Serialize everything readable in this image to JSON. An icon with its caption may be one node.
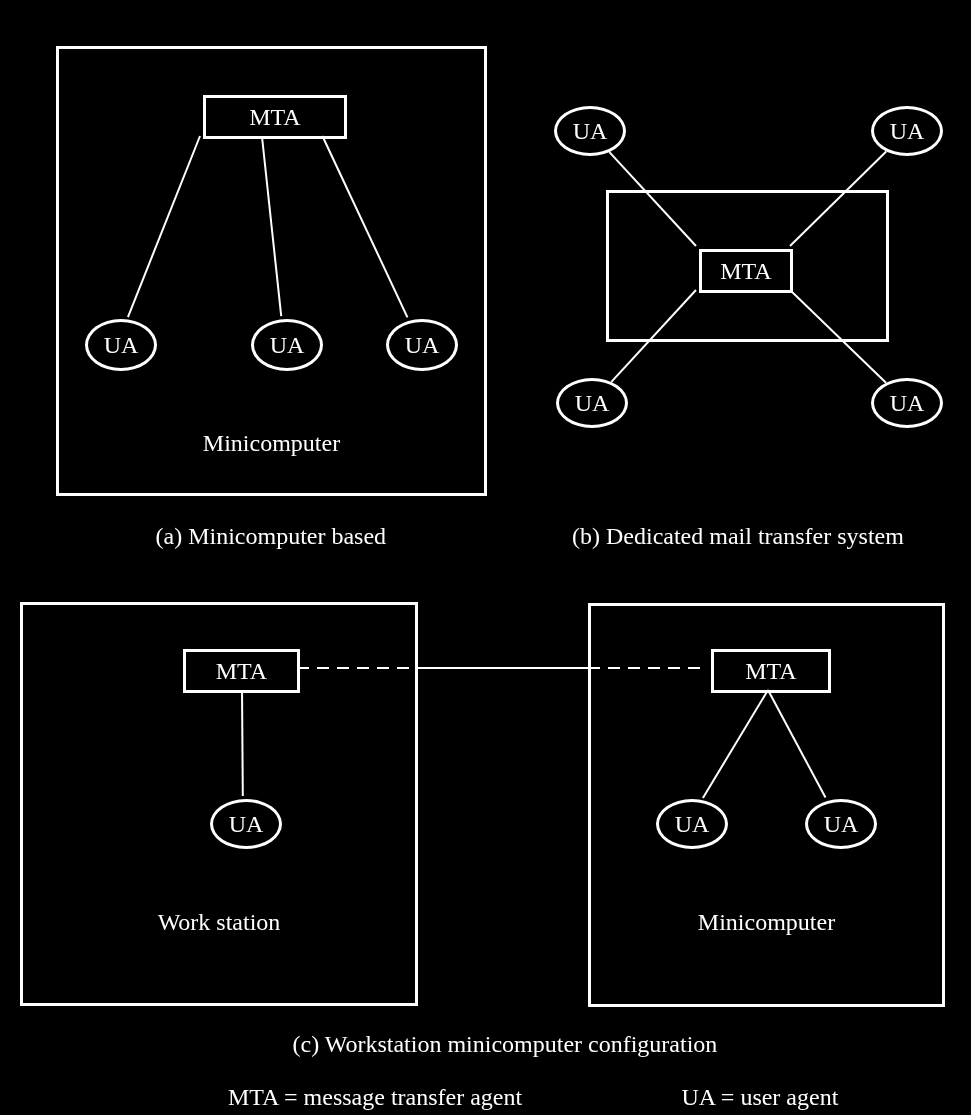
{
  "diagram": {
    "nodes": [
      {
        "text": [
          "Minicomputer"
        ]
      },
      {
        "text": [
          "MTA"
        ],
        "in": 0
      },
      {
        "text": [
          "UA"
        ],
        "in": 0
      },
      {
        "text": [
          "UA"
        ],
        "in": 0
      },
      {
        "text": [
          "UA"
        ],
        "in": 0
      },
      {
        "text": [
          "UA"
        ]
      },
      {
        "text": [
          "UA"
        ]
      },
      {
        "text": [],
        "shape": "box"
      },
      {
        "text": [
          "MTA"
        ],
        "in": 7
      },
      {
        "text": [
          "UA"
        ]
      },
      {
        "text": [
          "UA"
        ]
      },
      {
        "text": [
          "Work station"
        ]
      },
      {
        "text": [
          "MTA"
        ],
        "in": 11
      },
      {
        "text": [
          "UA"
        ],
        "in": 11
      },
      {
        "text": [
          "Minicomputer"
        ]
      },
      {
        "text": [
          "MTA"
        ],
        "in": 14
      },
      {
        "text": [
          "UA"
        ],
        "in": 14
      },
      {
        "text": [
          "UA"
        ],
        "in": 14
      }
    ],
    "edges": [
      {
        "from": 1,
        "to": 2,
        "arrow": "none"
      },
      {
        "from": 1,
        "to": 3,
        "arrow": "none"
      },
      {
        "from": 1,
        "to": 4,
        "arrow": "none"
      },
      {
        "from": 5,
        "to": 8,
        "arrow": "none"
      },
      {
        "from": 6,
        "to": 8,
        "arrow": "none"
      },
      {
        "from": 9,
        "to": 8,
        "arrow": "none"
      },
      {
        "from": 10,
        "to": 8,
        "arrow": "none"
      },
      {
        "from": 12,
        "to": 13,
        "arrow": "none"
      },
      {
        "from": 12,
        "to": 15,
        "arrow": "none",
        "style": "dashed"
      },
      {
        "from": 15,
        "to": 16,
        "arrow": "none"
      },
      {
        "from": 15,
        "to": 17,
        "arrow": "none"
      }
    ],
    "labels": [
      "(a) Minicomputer based",
      "(b) Dedicated mail transfer system",
      "(c) Workstation minicomputer configuration",
      "MTA = message transfer agent",
      "UA = user agent"
    ]
  }
}
